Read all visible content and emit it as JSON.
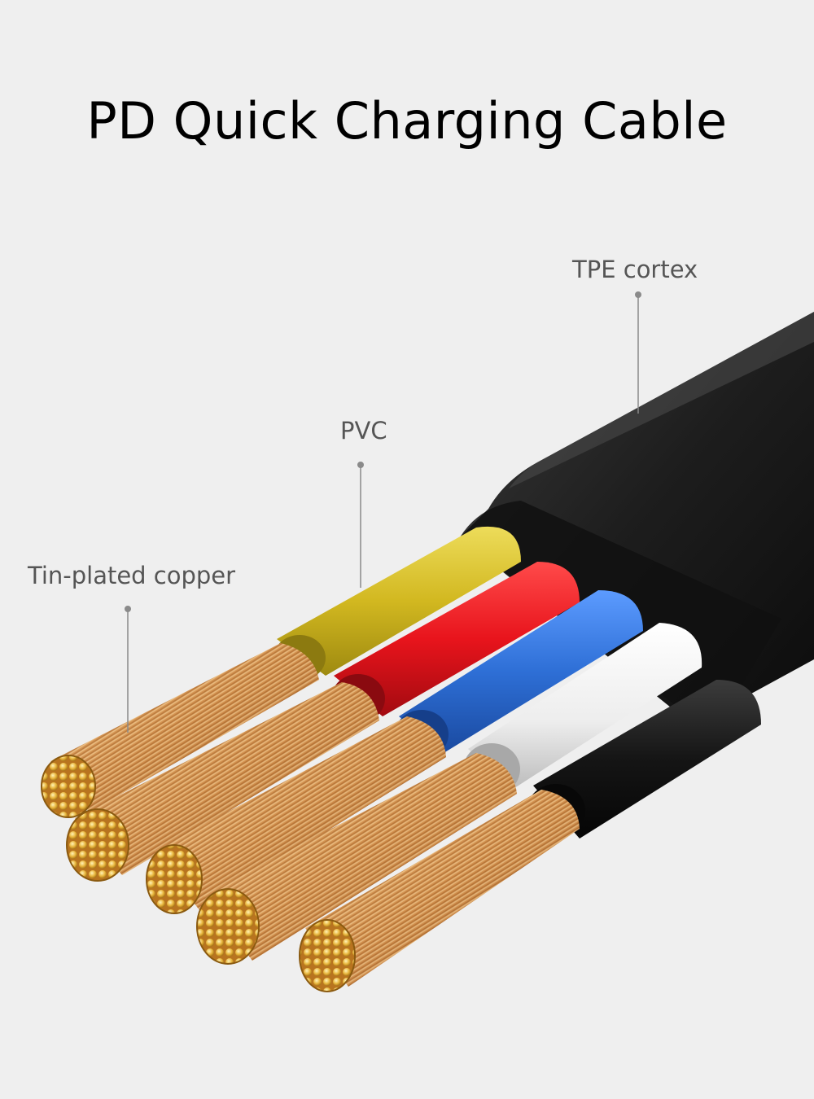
{
  "header": {
    "title": "PD Quick Charging Cable"
  },
  "callouts": {
    "tpe": "TPE cortex",
    "pvc": "PVC",
    "copper": "Tin-plated copper"
  },
  "colors": {
    "background": "#efefef",
    "jacket": "#1c1c1c",
    "wire_yellow": "#d8c02a",
    "wire_red": "#e8141c",
    "wire_blue": "#2e6fd6",
    "wire_white": "#f4f4f4",
    "wire_black": "#151515",
    "copper": "#d99a55",
    "leader_line": "#8a8a8a"
  }
}
